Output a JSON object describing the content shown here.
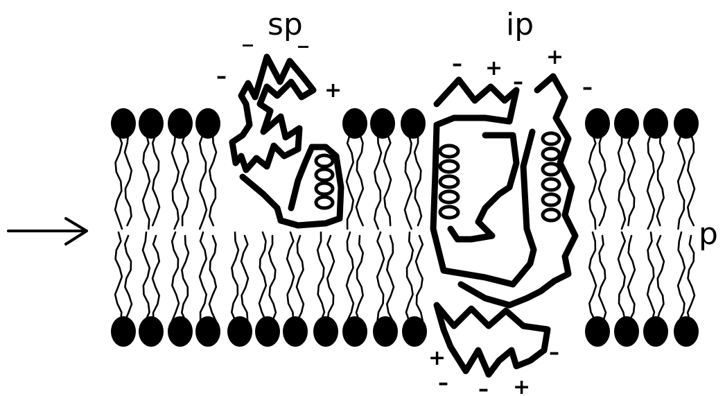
{
  "labels": {
    "sp": "sp",
    "ip": "ip",
    "p": "p"
  },
  "colors": {
    "ink": "#000000",
    "background": "#ffffff"
  },
  "charges": {
    "sp": [
      "_",
      "_",
      "–",
      "+"
    ],
    "ip_top": [
      "–",
      "+",
      "–",
      "+",
      "–"
    ],
    "ip_bottom": [
      "+",
      "–",
      "–",
      "–",
      "+"
    ]
  }
}
